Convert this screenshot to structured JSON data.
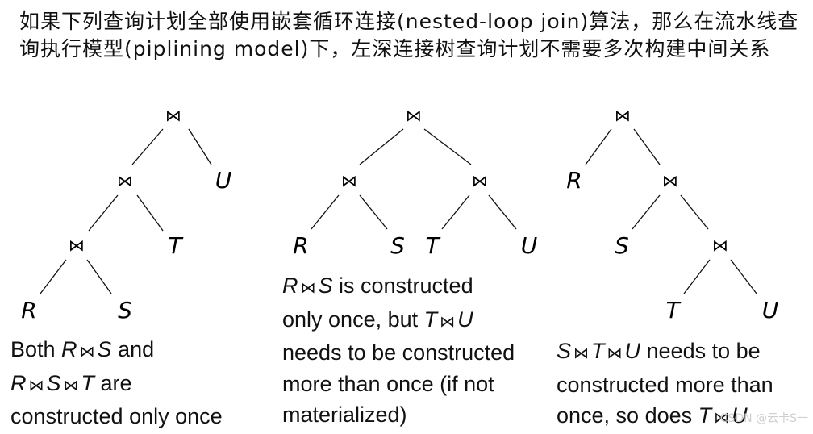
{
  "heading": "如果下列查询计划全部使用嵌套循环连接(nested-loop join)算法，那么在流水线查询执行模型(piplining model)下，左深连接树查询计划不需要多次构建中间关系",
  "join_symbol": "⋈",
  "trees": [
    {
      "leaves": {
        "r": "R",
        "s": "S",
        "t": "T",
        "u": "U"
      },
      "caption": [
        {
          "t": "Both "
        },
        {
          "t": "R",
          "v": 1
        },
        {
          "t": "⋈",
          "j": 1
        },
        {
          "t": "S",
          "v": 1
        },
        {
          "t": " and",
          "br": 1
        },
        {
          "t": "R",
          "v": 1
        },
        {
          "t": "⋈",
          "j": 1
        },
        {
          "t": "S",
          "v": 1
        },
        {
          "t": "⋈",
          "j": 1
        },
        {
          "t": "T",
          "v": 1
        },
        {
          "t": " are",
          "br": 1
        },
        {
          "t": "constructed only once"
        }
      ]
    },
    {
      "leaves": {
        "r": "R",
        "s": "S",
        "t": "T",
        "u": "U"
      },
      "caption": [
        {
          "t": "R",
          "v": 1
        },
        {
          "t": "⋈",
          "j": 1
        },
        {
          "t": "S",
          "v": 1
        },
        {
          "t": " is constructed",
          "br": 1
        },
        {
          "t": "only once, but "
        },
        {
          "t": "T",
          "v": 1
        },
        {
          "t": "⋈",
          "j": 1
        },
        {
          "t": "U",
          "v": 1,
          "br": 1
        },
        {
          "t": "needs to be constructed",
          "br": 1
        },
        {
          "t": "more than once (if not",
          "br": 1
        },
        {
          "t": "materialized)"
        }
      ]
    },
    {
      "leaves": {
        "r": "R",
        "s": "S",
        "t": "T",
        "u": "U"
      },
      "caption": [
        {
          "t": "S",
          "v": 1
        },
        {
          "t": "⋈",
          "j": 1
        },
        {
          "t": "T",
          "v": 1
        },
        {
          "t": "⋈",
          "j": 1
        },
        {
          "t": "U",
          "v": 1
        },
        {
          "t": " needs to be",
          "br": 1
        },
        {
          "t": "constructed more than",
          "br": 1
        },
        {
          "t": "once, so does "
        },
        {
          "t": "T",
          "v": 1
        },
        {
          "t": "⋈",
          "j": 1
        },
        {
          "t": "U",
          "v": 1
        }
      ]
    }
  ],
  "watermark": "CSDN @云卡S一"
}
